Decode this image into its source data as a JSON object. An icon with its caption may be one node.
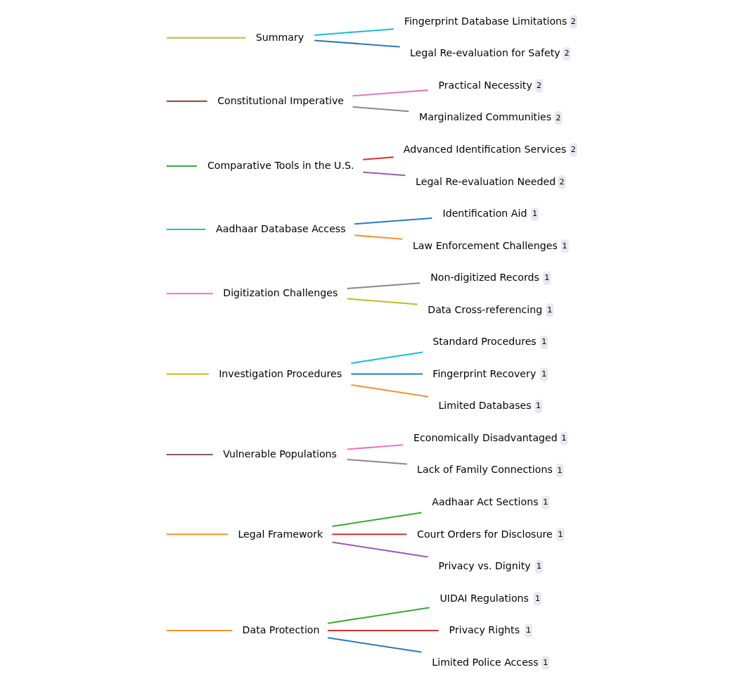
{
  "diagram": {
    "nodes": [
      {
        "text": [
          "Data Protection"
        ]
      },
      {
        "text": [
          "UIDAI Regulations",
          "1"
        ]
      },
      {
        "text": [
          "Privacy Rights",
          "1"
        ]
      },
      {
        "text": [
          "Limited Police Access",
          "1"
        ]
      },
      {
        "text": [
          "Legal Framework"
        ]
      },
      {
        "text": [
          "Aadhaar Act Sections",
          "1"
        ]
      },
      {
        "text": [
          "Court Orders for Disclosure",
          "1"
        ]
      },
      {
        "text": [
          "Privacy vs. Dignity",
          "1"
        ]
      },
      {
        "text": [
          "Vulnerable Populations"
        ]
      },
      {
        "text": [
          "Economically Disadvantaged",
          "1"
        ]
      },
      {
        "text": [
          "Lack of Family Connections",
          "1"
        ]
      },
      {
        "text": [
          "Investigation Procedures"
        ]
      },
      {
        "text": [
          "Standard Procedures",
          "1"
        ]
      },
      {
        "text": [
          "Fingerprint Recovery",
          "1"
        ]
      },
      {
        "text": [
          "Limited Databases",
          "1"
        ]
      },
      {
        "text": [
          "Digitization Challenges"
        ]
      },
      {
        "text": [
          "Non-digitized Records",
          "1"
        ]
      },
      {
        "text": [
          "Data Cross-referencing",
          "1"
        ]
      },
      {
        "text": [
          "Aadhaar Database Access"
        ]
      },
      {
        "text": [
          "Identification Aid",
          "1"
        ]
      },
      {
        "text": [
          "Law Enforcement Challenges",
          "1"
        ]
      },
      {
        "text": [
          "Comparative Tools in the U.S."
        ]
      },
      {
        "text": [
          "Advanced Identification Services",
          "2"
        ]
      },
      {
        "text": [
          "Legal Re-evaluation Needed",
          "2"
        ]
      },
      {
        "text": [
          "Constitutional Imperative"
        ]
      },
      {
        "text": [
          "Practical Necessity",
          "2"
        ]
      },
      {
        "text": [
          "Marginalized Communities",
          "2"
        ]
      },
      {
        "text": [
          "Summary"
        ]
      },
      {
        "text": [
          "Fingerprint Database Limitations",
          "2"
        ]
      },
      {
        "text": [
          "Legal Re-evaluation for Safety",
          "2"
        ]
      }
    ],
    "edges": [
      {
        "from": null,
        "to": 0,
        "arrow": "none",
        "color": "#f5922f"
      },
      {
        "from": 0,
        "to": 1,
        "arrow": "none",
        "color": "#3aa83a"
      },
      {
        "from": 0,
        "to": 2,
        "arrow": "none",
        "color": "#d63031"
      },
      {
        "from": 0,
        "to": 3,
        "arrow": "none",
        "color": "#2a7ab8"
      },
      {
        "from": null,
        "to": 4,
        "arrow": "none",
        "color": "#f5922f"
      },
      {
        "from": 4,
        "to": 5,
        "arrow": "none",
        "color": "#3aa83a"
      },
      {
        "from": 4,
        "to": 6,
        "arrow": "none",
        "color": "#d63031"
      },
      {
        "from": 4,
        "to": 7,
        "arrow": "none",
        "color": "#9b59b6"
      },
      {
        "from": null,
        "to": 8,
        "arrow": "none",
        "color": "#8c564b"
      },
      {
        "from": 8,
        "to": 9,
        "arrow": "none",
        "color": "#e377c2"
      },
      {
        "from": 8,
        "to": 10,
        "arrow": "none",
        "color": "#888888"
      },
      {
        "from": null,
        "to": 11,
        "arrow": "none",
        "color": "#bcbd22"
      },
      {
        "from": 11,
        "to": 12,
        "arrow": "none",
        "color": "#17becf"
      },
      {
        "from": 11,
        "to": 13,
        "arrow": "none",
        "color": "#2a7ab8"
      },
      {
        "from": 11,
        "to": 14,
        "arrow": "none",
        "color": "#f5922f"
      },
      {
        "from": null,
        "to": 15,
        "arrow": "none",
        "color": "#e377c2"
      },
      {
        "from": 15,
        "to": 16,
        "arrow": "none",
        "color": "#888888"
      },
      {
        "from": 15,
        "to": 17,
        "arrow": "none",
        "color": "#bcbd22"
      },
      {
        "from": null,
        "to": 18,
        "arrow": "none",
        "color": "#17becf"
      },
      {
        "from": 18,
        "to": 19,
        "arrow": "none",
        "color": "#2a7ab8"
      },
      {
        "from": 18,
        "to": 20,
        "arrow": "none",
        "color": "#f5922f"
      },
      {
        "from": null,
        "to": 21,
        "arrow": "none",
        "color": "#3aa83a"
      },
      {
        "from": 21,
        "to": 22,
        "arrow": "none",
        "color": "#d63031"
      },
      {
        "from": 21,
        "to": 23,
        "arrow": "none",
        "color": "#9b59b6"
      },
      {
        "from": null,
        "to": 24,
        "arrow": "none",
        "color": "#8c564b"
      },
      {
        "from": 24,
        "to": 25,
        "arrow": "none",
        "color": "#e377c2"
      },
      {
        "from": 24,
        "to": 26,
        "arrow": "none",
        "color": "#888888"
      },
      {
        "from": null,
        "to": 27,
        "arrow": "none",
        "color": "#bcbd22"
      },
      {
        "from": 27,
        "to": 28,
        "arrow": "none",
        "color": "#17becf"
      },
      {
        "from": 27,
        "to": 29,
        "arrow": "none",
        "color": "#2a7ab8"
      }
    ]
  }
}
